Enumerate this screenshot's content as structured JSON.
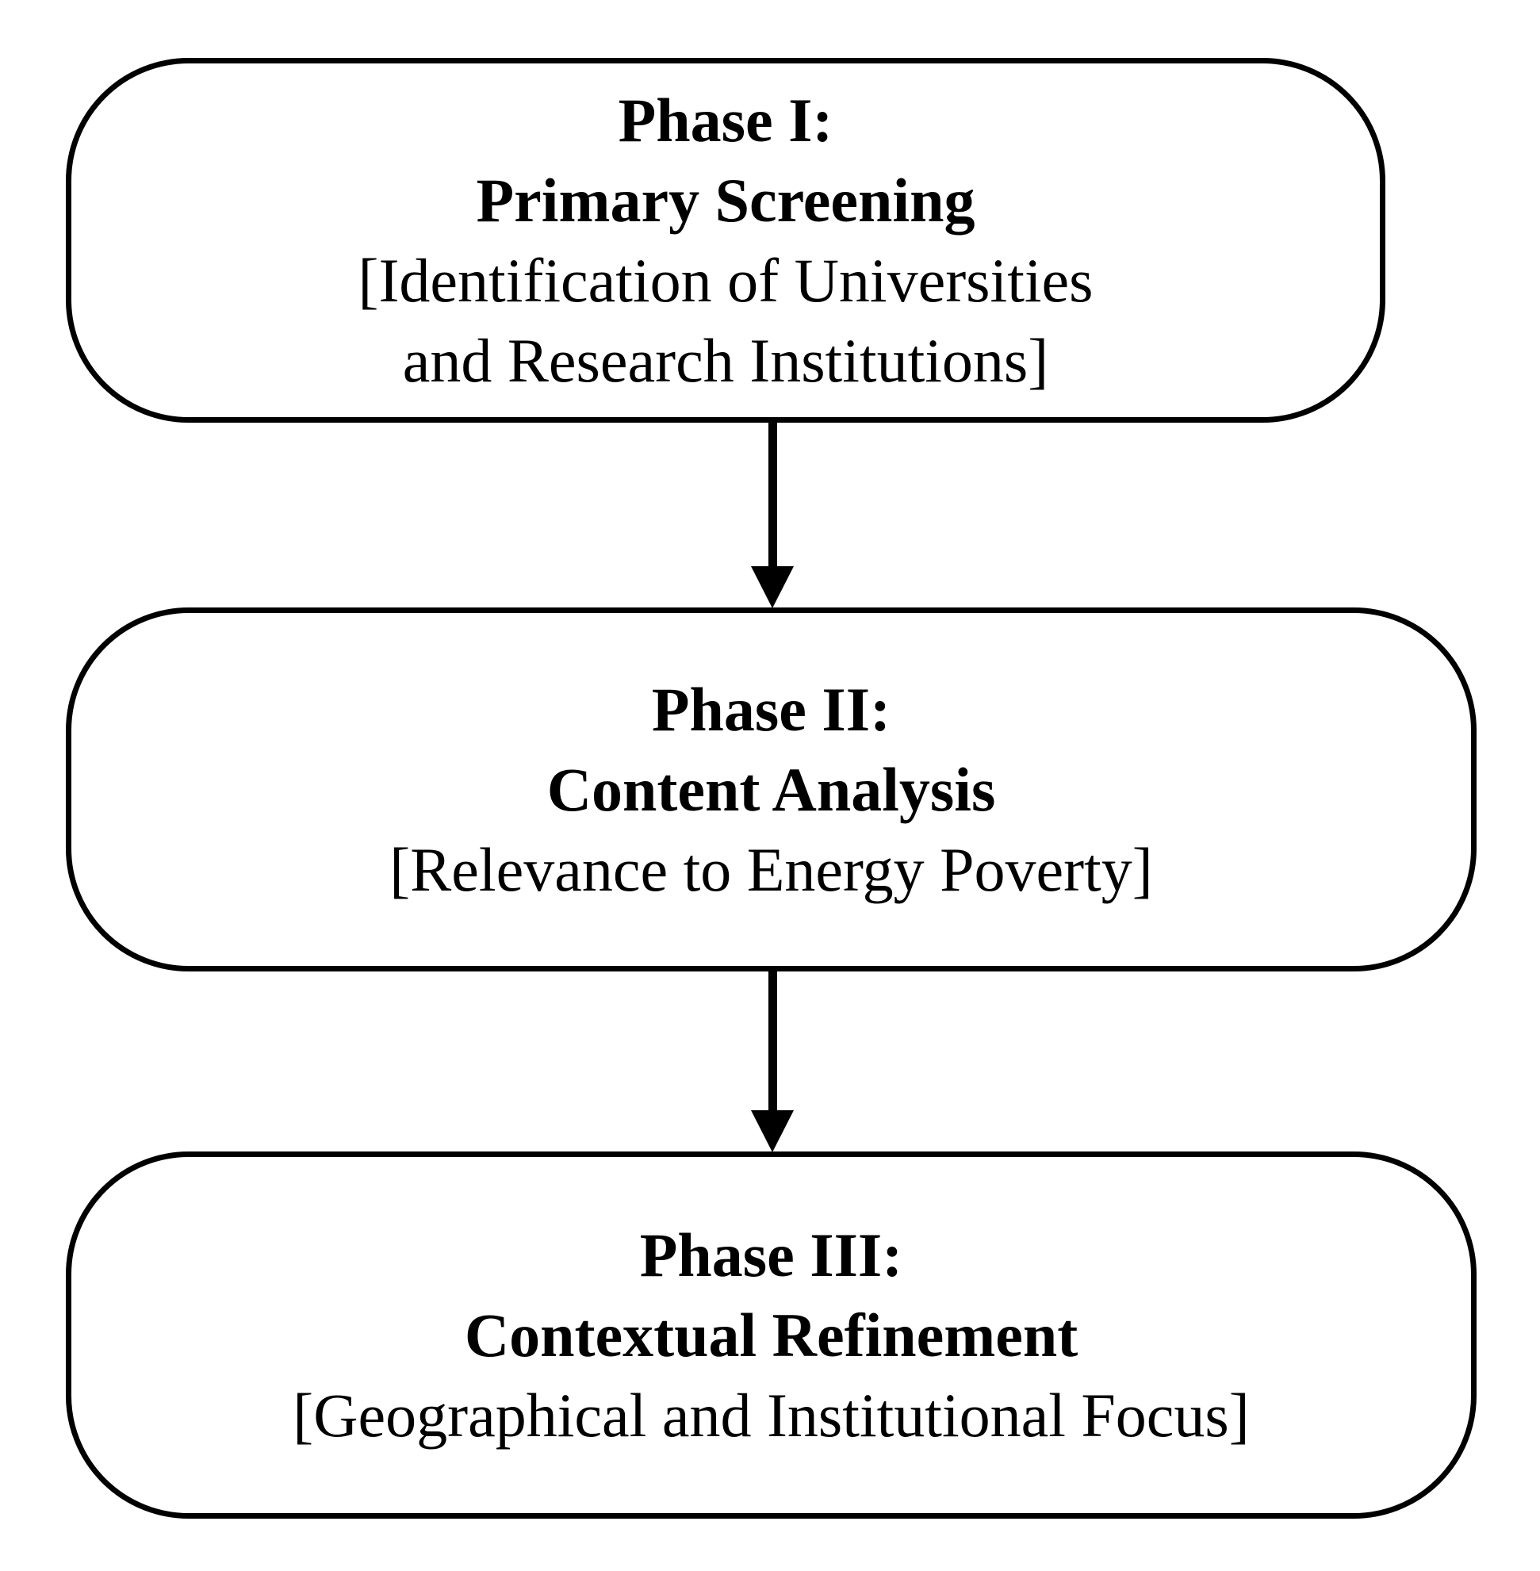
{
  "canvas": {
    "background_color": "#ffffff",
    "stroke_color": "#000000"
  },
  "flow": {
    "boxes": [
      {
        "id": "phase-1",
        "lines": [
          {
            "text": "Phase I:"
          },
          {
            "text": "Primary Screening"
          },
          {
            "text": "[Identification of Universities"
          },
          {
            "text": "and Research Institutions]"
          }
        ]
      },
      {
        "id": "phase-2",
        "lines": [
          {
            "text": "Phase II:"
          },
          {
            "text": "Content Analysis"
          },
          {
            "text": "[Relevance to Energy Poverty]"
          }
        ]
      },
      {
        "id": "phase-3",
        "lines": [
          {
            "text": "Phase III:"
          },
          {
            "text": "Contextual Refinement"
          },
          {
            "text": "[Geographical and Institutional Focus]"
          }
        ]
      }
    ],
    "connectors": [
      {
        "from": "phase-1",
        "to": "phase-2",
        "direction": "down"
      },
      {
        "from": "phase-2",
        "to": "phase-3",
        "direction": "down"
      }
    ]
  }
}
